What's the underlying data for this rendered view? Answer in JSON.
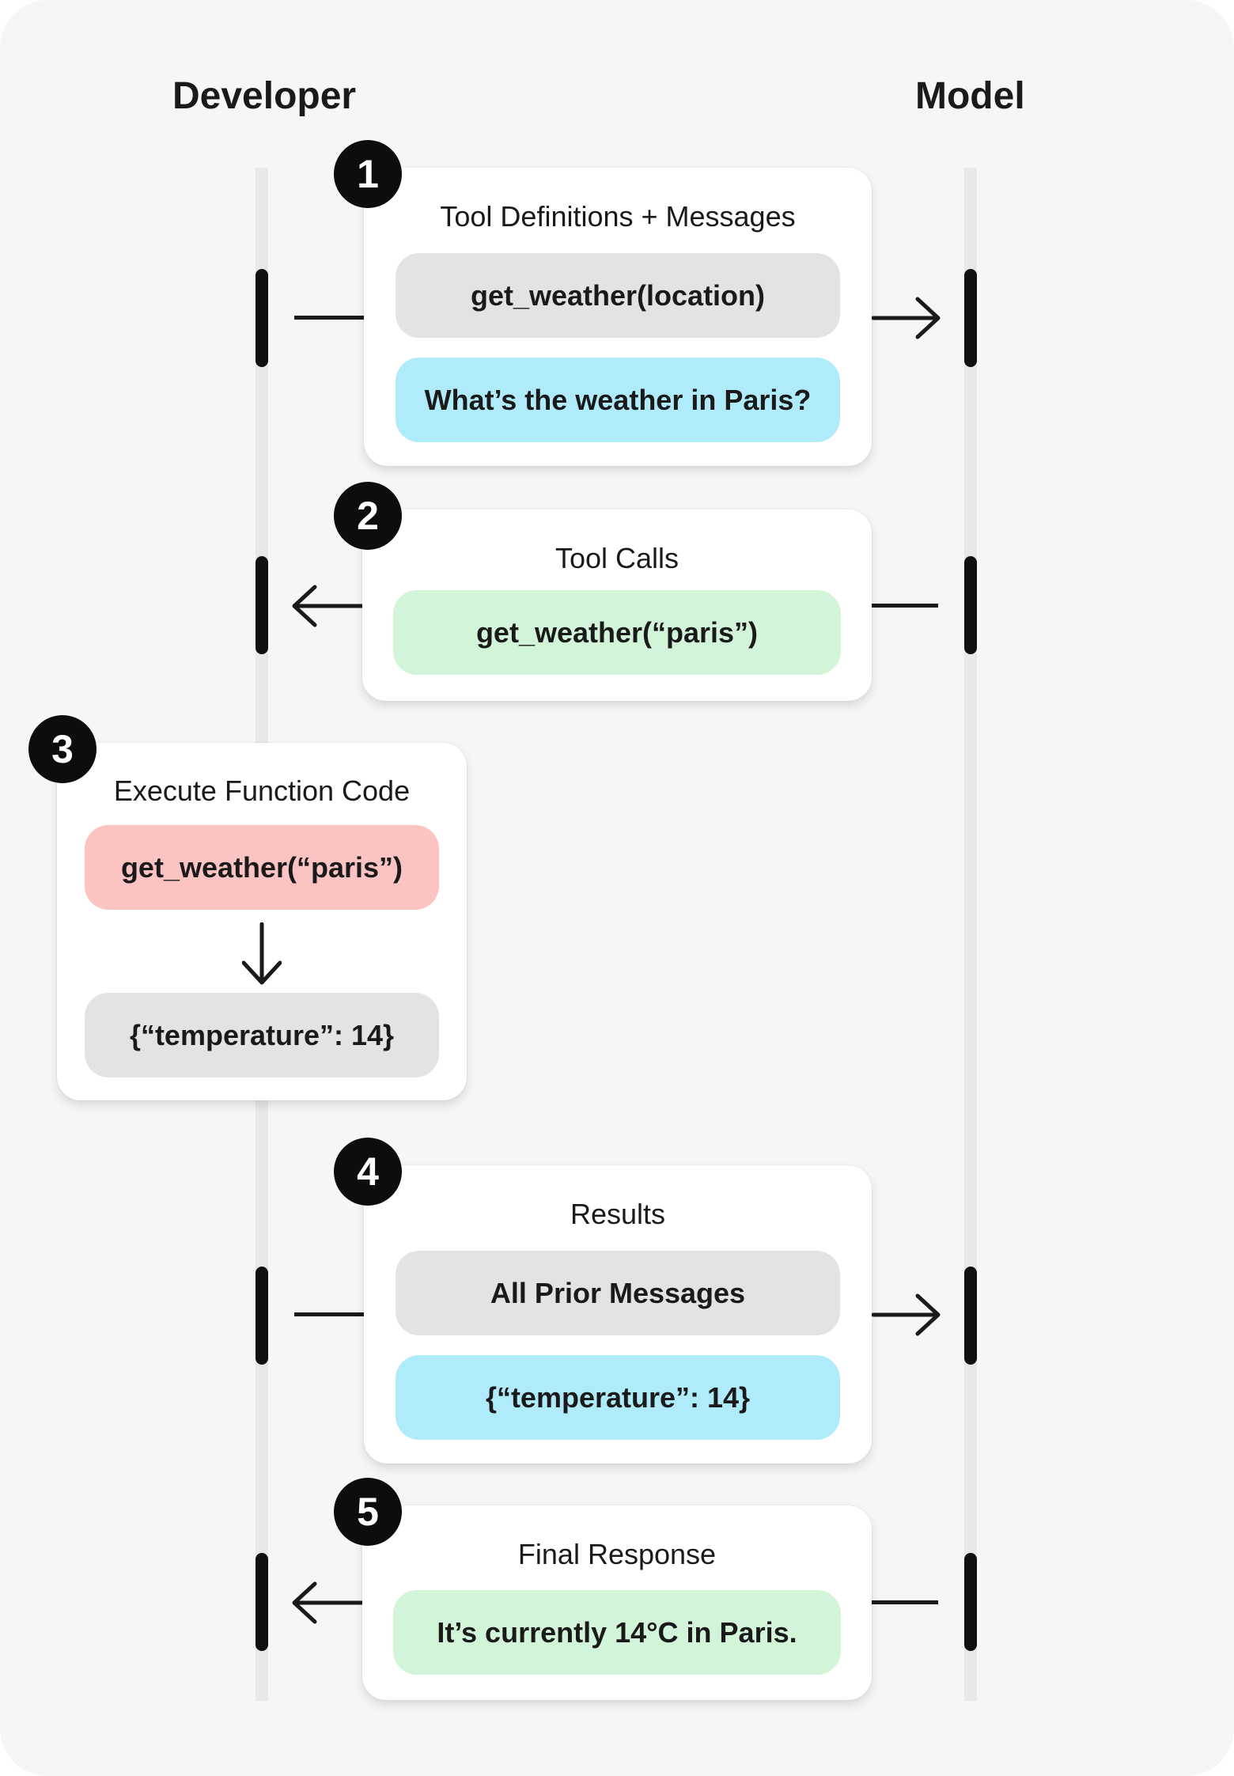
{
  "columns": {
    "left": "Developer",
    "right": "Model"
  },
  "steps": [
    {
      "number": "1",
      "title": "Tool Definitions + Messages",
      "pills": [
        "get_weather(location)",
        "What’s the weather in Paris?"
      ]
    },
    {
      "number": "2",
      "title": "Tool Calls",
      "pills": [
        "get_weather(“paris”)"
      ]
    },
    {
      "number": "3",
      "title": "Execute Function Code",
      "pills": [
        "get_weather(“paris”)",
        "{“temperature”: 14}"
      ]
    },
    {
      "number": "4",
      "title": "Results",
      "pills": [
        "All Prior Messages",
        "{“temperature”: 14}"
      ]
    },
    {
      "number": "5",
      "title": "Final Response",
      "pills": [
        "It’s currently 14°C in Paris."
      ]
    }
  ],
  "colors": {
    "background": "#f6f6f6",
    "card": "#ffffff",
    "badge": "#0d0d0d",
    "pill_gray": "#e3e3e3",
    "pill_blue": "#b0ebfb",
    "pill_green": "#d2f5da",
    "pill_red": "#fbc3c1"
  },
  "icons": [
    "arrow-right-icon",
    "arrow-left-icon",
    "arrow-down-icon"
  ]
}
